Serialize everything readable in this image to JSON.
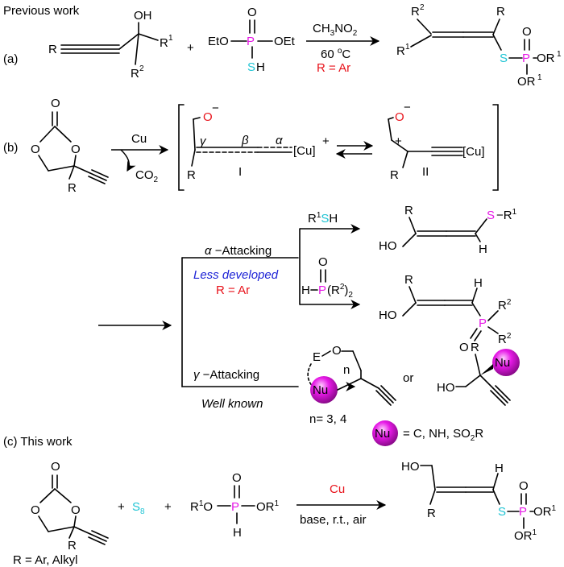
{
  "section_a": {
    "heading": "Previous work",
    "tag": "(a)",
    "propargyl_OH": "OH",
    "propargyl_R": "R",
    "propargyl_R1": "R",
    "propargyl_R2": "R",
    "plus": "+",
    "phos_O": "O",
    "phos_P": "P",
    "phos_EtO": "EtO",
    "phos_OEt": "OEt",
    "phos_S": "S",
    "phos_H": "H",
    "solvent": "CH3NO2",
    "temperature": "60 oC",
    "condition_red": "R = Ar",
    "prod_R2": "R",
    "prod_R": "R",
    "prod_R1": "R",
    "prod_S": "S",
    "prod_P": "P",
    "prod_O": "O",
    "prod_OR1a": "OR",
    "prod_OR1b": "OR",
    "sup1": "1",
    "sup2": "2"
  },
  "section_b": {
    "tag": "(b)",
    "carbonate_O": "O",
    "carbonate_R": "R",
    "catalyst": "Cu",
    "co2": "CO2",
    "int_O_minus": "O",
    "minus": "−",
    "gamma": "γ",
    "beta": "β",
    "alpha": "α",
    "int_R": "R",
    "int_Cu": "[Cu]",
    "plus_charge": "+",
    "label_I": "I",
    "label_II": "II",
    "alpha_attacking": "α −Attacking",
    "less_developed": "Less developed",
    "r_ar": "R = Ar",
    "r1sh": "R¹SH",
    "hp": "H−P(R²)₂",
    "gamma_attacking": "γ −Attacking",
    "well_known": "Well known",
    "n_values": "n= 3, 4",
    "or": "or",
    "nu": "Nu",
    "nu_def": "= C, NH, SO2R",
    "allene_S_R1": "S−R¹",
    "ho": "HO",
    "E": "E",
    "O": "O",
    "n": "n",
    "P": "P",
    "H": "H"
  },
  "section_c": {
    "heading": "(c) This work",
    "carbonate_R": "R",
    "r_scope": "R = Ar, Alkyl",
    "s8": "S8",
    "plus": "+",
    "phosphite": "R¹O−P−OR¹",
    "catalyst": "Cu",
    "conditions": "base, r.t., air",
    "ho": "HO",
    "prod_R": "R",
    "prod_S": "S",
    "prod_P": "P",
    "prod_OR1a": "OR¹",
    "prod_OR1b": "OR¹"
  },
  "colors": {
    "red": "#e8131b",
    "magenta": "#e619e6",
    "cyan": "#1fc4d4",
    "blue": "#1c22d6",
    "nu_ball": "#e619e6"
  }
}
